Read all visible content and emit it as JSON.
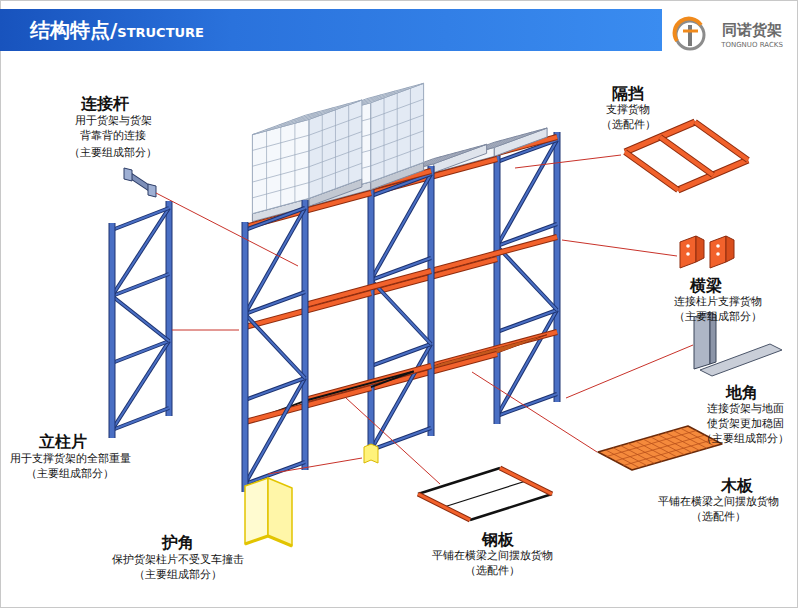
{
  "diagram": {
    "nodes": [
      {
        "text": [
          "结构特点/",
          "STRUCTURE"
        ]
      }
    ],
    "labels": [
      "同诺货架",
      "TONGNUO RACKS",
      "连接杆",
      "用于货架与货架 背靠背的连接",
      "（主要组成部分）",
      "隔挡",
      "支撑货物",
      "（选配件）",
      "横梁",
      "连接柱片支撑货物",
      "（主要组成部分）",
      "地角",
      "连接货架与地面 使货架更加稳固",
      "（主要组成部分）",
      "立柱片",
      "用于支撑货架的全部重量",
      "（主要组成部分）",
      "木板",
      "平铺在横梁之间摆放货物",
      "（选配件）",
      "护角",
      "保护货架柱片不受叉车撞击",
      "（主要组成部分）",
      "钢板",
      "平铺在横梁之间摆放货物",
      "（选配件）"
    ]
  }
}
